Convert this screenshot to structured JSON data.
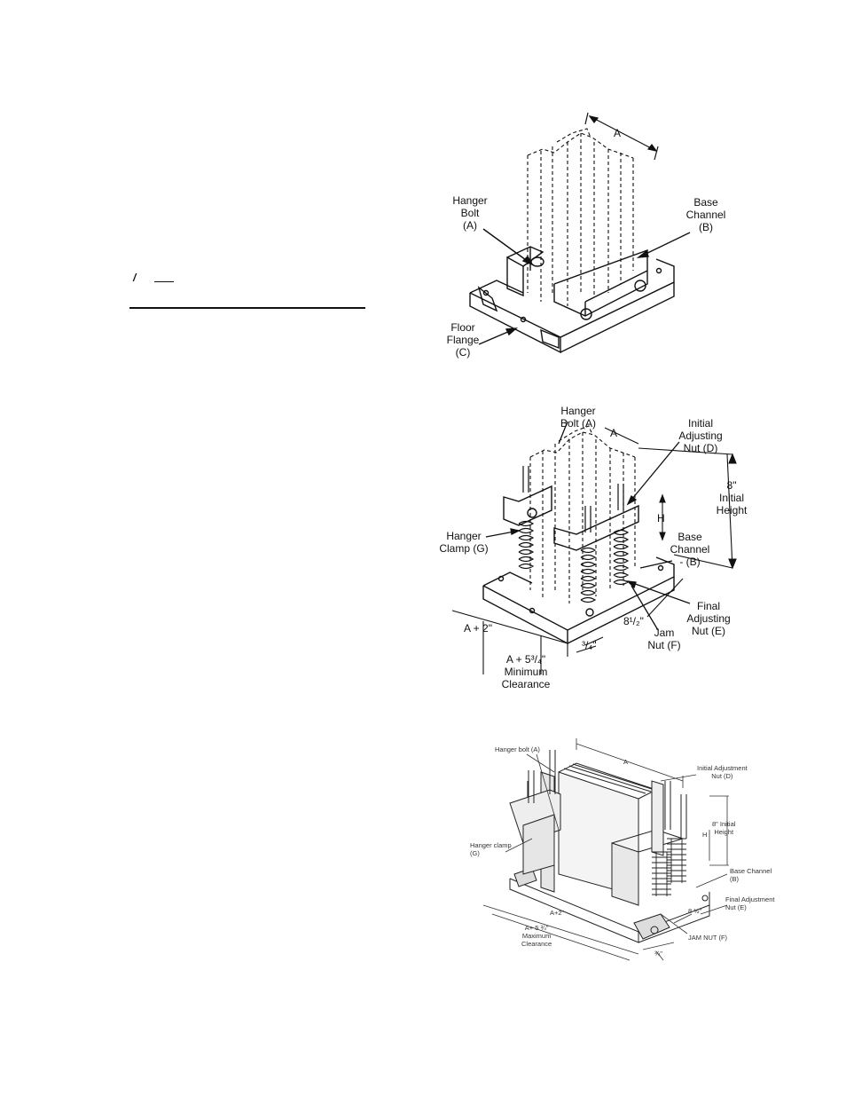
{
  "left_column": {
    "mark_slash": "/",
    "mark_dash": "—"
  },
  "figure1": {
    "dim_a": "A",
    "hanger_bolt": "Hanger\nBolt\n(A)",
    "base_channel": "Base\nChannel\n(B)",
    "floor_flange": "Floor\nFlange\n(C)"
  },
  "figure2": {
    "hanger_bolt": "Hanger\nBolt (A)",
    "dim_a": "A",
    "initial_adjusting_nut": "Initial\nAdjusting\nNut (D)",
    "initial_height": "8\"\nInitial\nHeight",
    "dim_h": "H",
    "hanger_clamp": "Hanger\nClamp (G)",
    "base_channel": "Base\nChannel\n- (B)",
    "final_adjusting_nut": "Final\nAdjusting\nNut (E)",
    "dim_8_half": "8¹/₂\"",
    "jam_nut": "Jam\nNut (F)",
    "dim_a_plus_2": "A + 2\"",
    "dim_3_4": "³/₄\"",
    "min_clearance": "A + 5³/₄\"\nMinimum\nClearance"
  },
  "figure3": {
    "hanger_bolt": "Hanger bolt (A)",
    "dim_a": "A",
    "initial_adjustment_nut": "Initial Adjustment\nNut (D)",
    "initial_height": "8\" Initial\nHeight",
    "dim_h": "H",
    "hanger_clamp": "Hanger clamp\n(G)",
    "base_channel": "Base Channel\n(B)",
    "final_adjustment_nut": "Final Adjustment\nNut (E)",
    "dim_8_half": "8 ½\"",
    "jam_nut": "JAM NUT (F)",
    "dim_a_plus_2": "A+2\"",
    "dim_3_4": "¾\"",
    "max_clearance": "A+ 5 ¾\"\nMaximum\nClearance"
  }
}
